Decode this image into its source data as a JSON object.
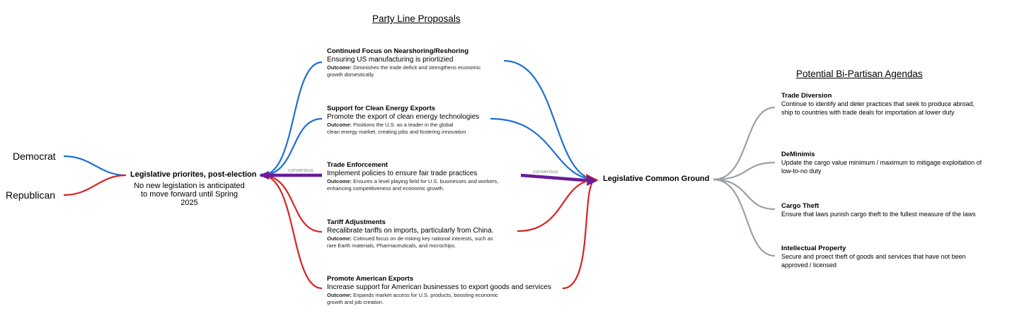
{
  "headers": {
    "party_line": "Party Line Proposals",
    "bipartisan": "Potential Bi-Partisan Agendas"
  },
  "parties": {
    "democrat": "Democrat",
    "republican": "Republican"
  },
  "center": {
    "title": "Legislative priorites, post-election",
    "sub1": "No new legislation is anticipated",
    "sub2": "to move forward until Spring",
    "sub3": "2025"
  },
  "proposals": [
    {
      "title": "Continued Focus on Nearshoring/Reshoring",
      "desc": "Ensuring US manufacturing is priortizied",
      "outcome_label": "Outcome:",
      "outcome_text1": " Diminishes the trade deficit and strengthens economic",
      "outcome_text2": "growth domestically."
    },
    {
      "title": "Support for Clean Energy Exports",
      "desc": "Promote the export of clean energy technologies",
      "outcome_label": "Outcome:",
      "outcome_text1": " Positions the U.S. as a leader in the global",
      "outcome_text2": "clean energy market, creating jobs and fostering innovation"
    },
    {
      "title": "Trade Enforcement",
      "desc": "Implement policies to ensure fair trade practices",
      "outcome_label": "Outcome:",
      "outcome_text1": " Ensures a level playing field for U.S. businesses and workers,",
      "outcome_text2": "enhancing competitiveness and economic growth."
    },
    {
      "title": "Tariff Adjustments",
      "desc": "Recalibrate tariffs on imports, particularly from China.",
      "outcome_label": "Outcome:",
      "outcome_text1": " Cotinued focus on de-risking key national interests, such as",
      "outcome_text2": "rare Earth materials, Pharmaceuticals, and microchips."
    },
    {
      "title": "Promote American Exports",
      "desc": "Increase support for American businesses to export goods and services",
      "outcome_label": "Outcome:",
      "outcome_text1": " Expands market access for U.S. products, boosting economic",
      "outcome_text2": "growth and job creation."
    }
  ],
  "consensus_left": "consensus",
  "consensus_right": "consensus",
  "common_ground": "Legislative Common Ground",
  "agendas": [
    {
      "title": "Trade Diversion",
      "line1": "Continue to identify and deter practices that seek to produce abroad,",
      "line2": "ship to countries with trade deals for importation at lower duty"
    },
    {
      "title": "DeMinimis",
      "line1": "Update the cargo value minimum / maximum to mitigage exploitation of",
      "line2": "low-to-no duty"
    },
    {
      "title": "Cargo Theft",
      "line1": "Ensure that laws punish cargo theft to the fullest measure of the laws",
      "line2": ""
    },
    {
      "title": "Intellectual Property",
      "line1": "Secure and proect theft of goods and services that have not been",
      "line2": "approved / licensed"
    }
  ],
  "colors": {
    "democrat": "#1f6fd1",
    "republican": "#d92222",
    "consensus": "#6a1b9a",
    "agenda": "#9aa0aa"
  }
}
